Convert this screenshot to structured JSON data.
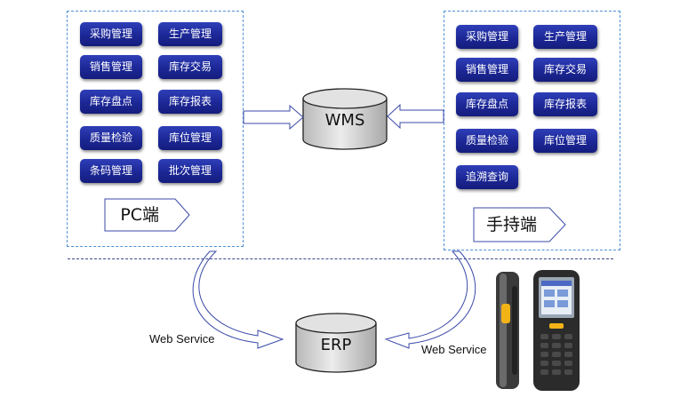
{
  "pc": {
    "label": "PC端",
    "modules": [
      "采购管理",
      "生产管理",
      "销售管理",
      "库存交易",
      "库存盘点",
      "库存报表",
      "质量检验",
      "库位管理",
      "条码管理",
      "批次管理"
    ]
  },
  "handheld": {
    "label": "手持端",
    "modules": [
      "采购管理",
      "生产管理",
      "销售管理",
      "库存交易",
      "库存盘点",
      "库存报表",
      "质量检验",
      "库位管理",
      "追溯查询"
    ]
  },
  "wms": {
    "label": "WMS"
  },
  "erp": {
    "label": "ERP"
  },
  "links": {
    "left_label": "Web Service",
    "right_label": "Web Service"
  },
  "colors": {
    "module_fill": "#1c2796",
    "panel_border": "#4f8fd6",
    "cylinder_fill": "#d9d9d9"
  }
}
